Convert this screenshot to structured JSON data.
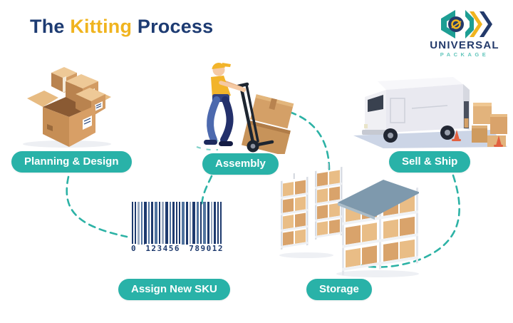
{
  "title": {
    "pre": "The",
    "highlight": "Kitting",
    "post": "Process"
  },
  "logo": {
    "name": "UNIVERSAL",
    "tagline": "PACKAGE"
  },
  "badges": {
    "planning": "Planning & Design",
    "assembly": "Assembly",
    "sell_ship": "Sell & Ship",
    "assign_sku": "Assign New SKU",
    "storage": "Storage"
  },
  "barcode": {
    "lead": "0",
    "group1": "123456",
    "group2": "789012"
  },
  "colors": {
    "accent_teal": "#29b2a8",
    "navy": "#1d3b72",
    "gold": "#f0b41f",
    "cardboard": "#d4a067",
    "roof_slate": "#7e99ad"
  },
  "illustrations": {
    "planning": "packing-boxes",
    "assembly": "worker-with-hand-truck",
    "sell_ship": "delivery-truck-with-boxes",
    "assign_sku": "barcode",
    "storage": "warehouse-racks"
  }
}
